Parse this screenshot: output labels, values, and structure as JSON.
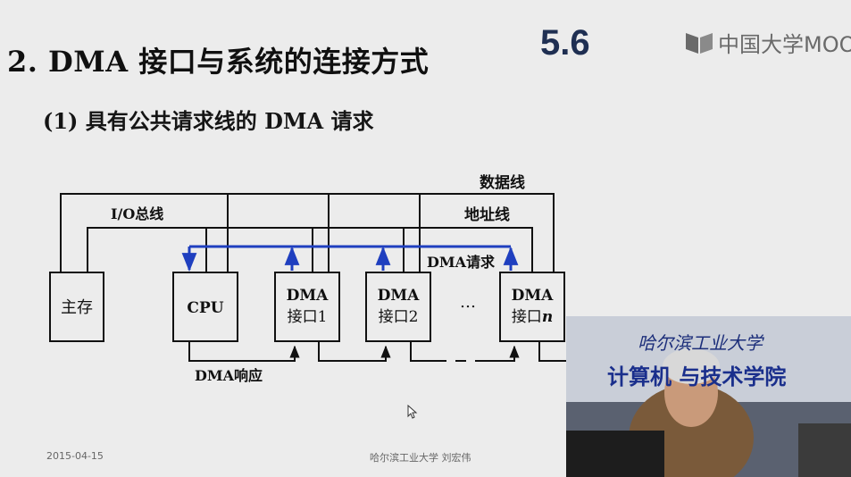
{
  "slide": {
    "title": "2. DMA 接口与系统的连接方式",
    "subtitle": "(1) 具有公共请求线的 DMA 请求",
    "section_number": "5.6",
    "brand": "中国大学MOOC",
    "footer_date": "2015-04-15",
    "footer_author": "哈尔滨工业大学 刘宏伟"
  },
  "diagram": {
    "bus_labels": {
      "data_bus": "数据线",
      "io_bus": "I/O总线",
      "address_bus": "地址线",
      "dma_request": "DMA请求",
      "dma_ack": "DMA响应"
    },
    "boxes": {
      "memory": "主存",
      "cpu": "CPU",
      "dma1_top": "DMA",
      "dma1_bottom": "接口1",
      "dma2_top": "DMA",
      "dma2_bottom": "接口2",
      "ellipsis": "…",
      "dman_top": "DMA",
      "dman_bottom_prefix": "接口",
      "dman_bottom_n": "n"
    },
    "colors": {
      "line": "#111111",
      "request_line": "#1f3fbf"
    }
  },
  "video": {
    "sign_line1": "哈尔滨工业大学",
    "sign_line2": "计算机     与技术学院"
  }
}
